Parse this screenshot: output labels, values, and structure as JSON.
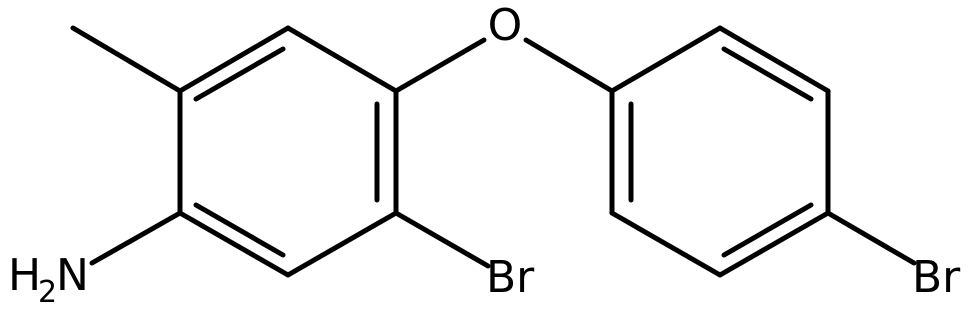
{
  "molecule": {
    "atoms": {
      "oxygen": "O",
      "amine_h": "H",
      "amine_sub": "2",
      "amine_n": "N",
      "bromine_1": "Br",
      "bromine_2": "Br"
    }
  },
  "colors": {
    "bond": "#000000",
    "background": "#ffffff"
  }
}
